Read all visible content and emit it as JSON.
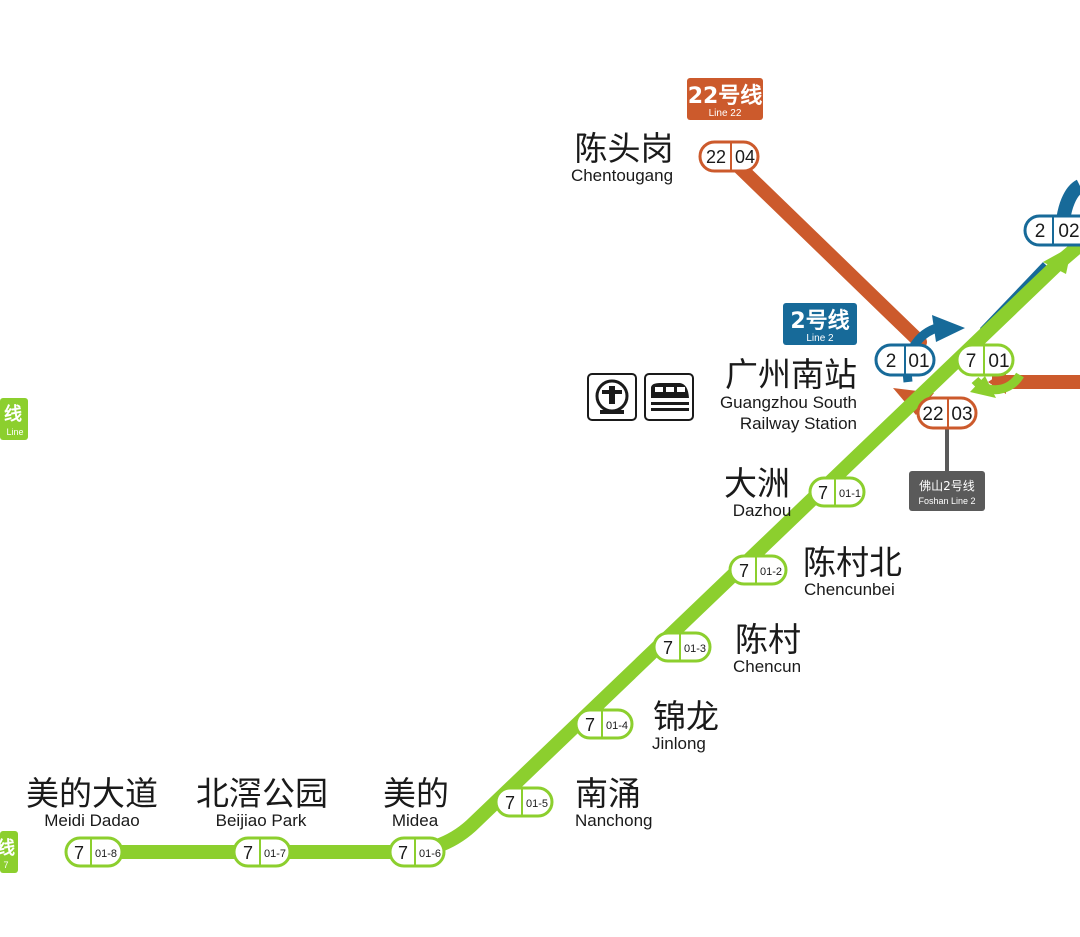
{
  "colors": {
    "line7": "#8ccf2e",
    "line2": "#176a99",
    "line22": "#cc5a2c",
    "foshan2": "#5a5a5a"
  },
  "line_badges": {
    "line22": {
      "zh": "22号线",
      "en": "Line 22"
    },
    "line2": {
      "zh": "2号线",
      "en": "Line  2"
    },
    "foshan2": {
      "zh": "佛山2号线",
      "en": "Foshan Line 2"
    },
    "left_top_partial": {
      "zh": "线",
      "en": "Line"
    },
    "left_bottom_partial": {
      "zh": "线",
      "en": "7"
    }
  },
  "stations": {
    "chentougang": {
      "zh": "陈头岗",
      "en": "Chentougang",
      "code_line": "22",
      "code_num": "04"
    },
    "guangzhou_south": {
      "zh": "广州南站",
      "en1": "Guangzhou South",
      "en2": "Railway Station"
    },
    "code_2_01": {
      "line": "2",
      "num": "01"
    },
    "code_7_01": {
      "line": "7",
      "num": "01"
    },
    "code_22_03": {
      "line": "22",
      "num": "03"
    },
    "code_2_02": {
      "line": "2",
      "num": "02"
    },
    "dazhou": {
      "zh": "大洲",
      "en": "Dazhou",
      "code_line": "7",
      "code_num": "01-1"
    },
    "chencunbei": {
      "zh": "陈村北",
      "en": "Chencunbei",
      "code_line": "7",
      "code_num": "01-2"
    },
    "chencun": {
      "zh": "陈村",
      "en": "Chencun",
      "code_line": "7",
      "code_num": "01-3"
    },
    "jinlong": {
      "zh": "锦龙",
      "en": "Jinlong",
      "code_line": "7",
      "code_num": "01-4"
    },
    "nanchong": {
      "zh": "南涌",
      "en": "Nanchong",
      "code_line": "7",
      "code_num": "01-5"
    },
    "midea": {
      "zh": "美的",
      "en": "Midea",
      "code_line": "7",
      "code_num": "01-6"
    },
    "beijiao_park": {
      "zh": "北滘公园",
      "en": "Beijiao Park",
      "code_line": "7",
      "code_num": "01-7"
    },
    "meidi_dadao": {
      "zh": "美的大道",
      "en": "Meidi Dadao",
      "code_line": "7",
      "code_num": "01-8"
    }
  }
}
